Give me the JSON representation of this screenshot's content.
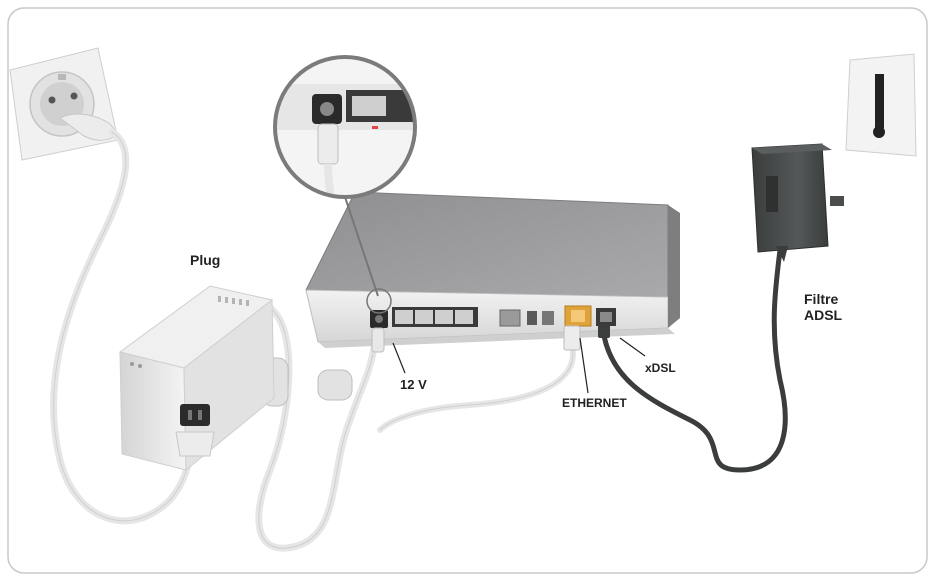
{
  "labels": {
    "plug": "Plug",
    "power": "12 V",
    "ethernet": "ETHERNET",
    "xdsl": "xDSL",
    "filter_line1": "Filtre",
    "filter_line2": "ADSL"
  },
  "colors": {
    "frame": "#c8c8c8",
    "router_top": "#9a9a9c",
    "router_body": "#e8e8e8",
    "power_unit": "#e4e4e4",
    "white_cable": "#e6e6e6",
    "dark_cable": "#3a3d3c",
    "filter": "#454847",
    "ethernet_port": "#e0a33a",
    "label_text": "#222222"
  },
  "icons": {
    "wall_power_socket": "wall-socket-icon",
    "phone_wall_jack": "phone-jack-icon",
    "router": "router-icon",
    "power_adapter": "power-adapter-icon",
    "dsl_filter": "adsl-filter-icon",
    "zoom_magnifier": "magnifier-icon"
  }
}
